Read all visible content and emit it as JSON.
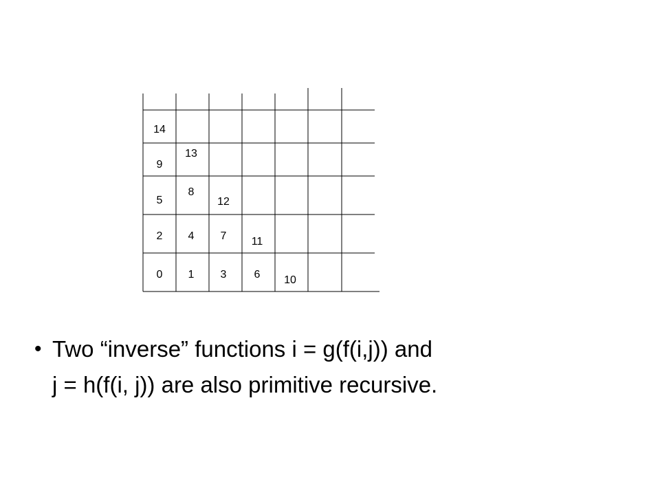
{
  "grid": {
    "cells": [
      {
        "label": "0",
        "col": 0,
        "row": 0
      },
      {
        "label": "1",
        "col": 1,
        "row": 0
      },
      {
        "label": "3",
        "col": 2,
        "row": 0
      },
      {
        "label": "6",
        "col": 3,
        "row": 0
      },
      {
        "label": "10",
        "col": 4,
        "row": 0
      },
      {
        "label": "2",
        "col": 0,
        "row": 1
      },
      {
        "label": "4",
        "col": 1,
        "row": 1
      },
      {
        "label": "7",
        "col": 2,
        "row": 1
      },
      {
        "label": "11",
        "col": 3,
        "row": 1
      },
      {
        "label": "5",
        "col": 0,
        "row": 2
      },
      {
        "label": "8",
        "col": 1,
        "row": 2
      },
      {
        "label": "12",
        "col": 2,
        "row": 2
      },
      {
        "label": "9",
        "col": 0,
        "row": 3
      },
      {
        "label": "13",
        "col": 1,
        "row": 3
      },
      {
        "label": "14",
        "col": 0,
        "row": 4
      }
    ]
  },
  "bullet": {
    "marker": "•",
    "line1": "Two “inverse” functions i = g(f(i,j)) and",
    "line2": "j = h(f(i, j)) are also primitive recursive."
  }
}
